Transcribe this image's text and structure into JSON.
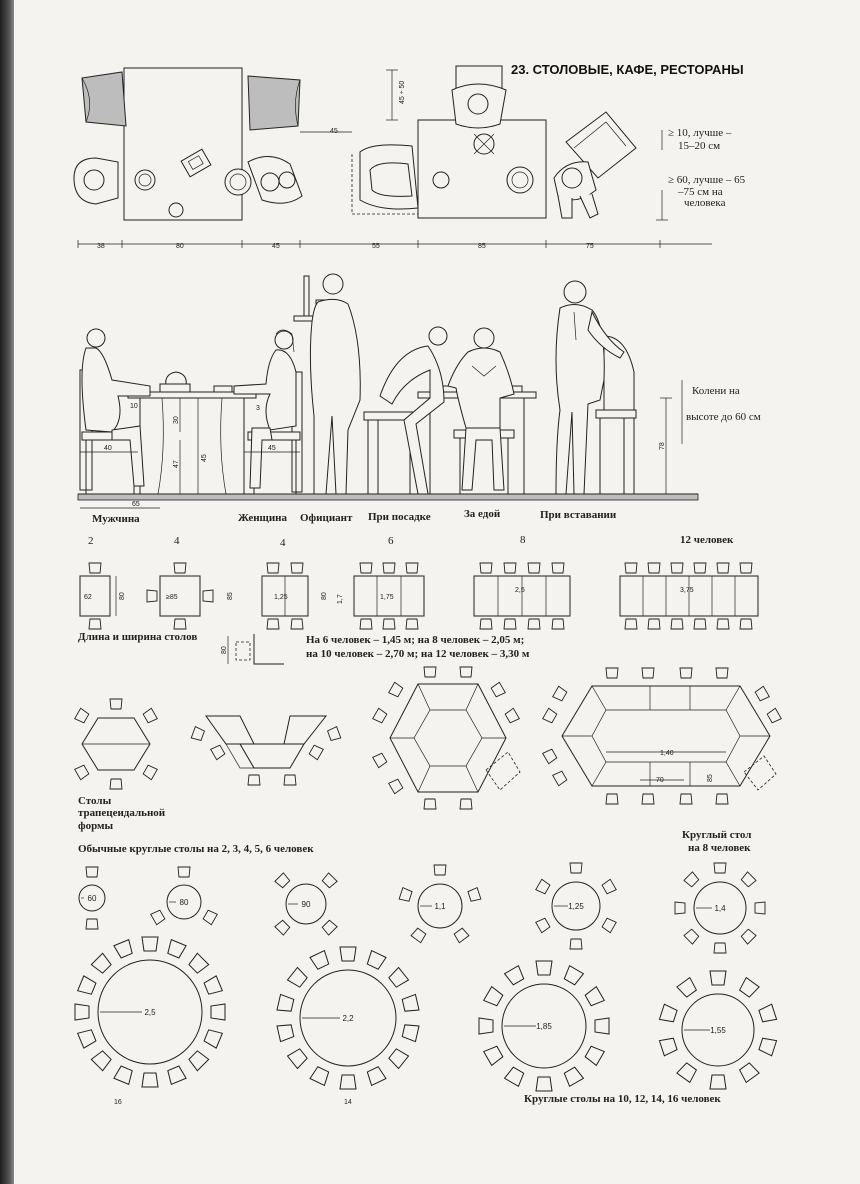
{
  "title": "23. СТОЛОВЫЕ, КАФЕ, РЕСТОРАНЫ",
  "plan": {
    "dims_bottom": [
      "38",
      "80",
      "45",
      "55",
      "85",
      "75"
    ],
    "dim_45_mid": "45",
    "dim_45_50": "45 ÷ 50",
    "note_1": "≥ 10, лучше –",
    "note_1b": "15–20 см",
    "note_2": "≥ 60, лучше – 65",
    "note_2b": "–75 см на",
    "note_2c": "человека"
  },
  "section": {
    "knee_note_1": "Колени на",
    "knee_note_2": "высоте до 60 см",
    "dims": {
      "d10": "10",
      "d40": "40",
      "d65": "65",
      "d30": "30",
      "d47": "47",
      "d45": "45",
      "d3": "3",
      "d45b": "45",
      "d78": "78"
    },
    "labels": [
      "Мужчина",
      "Женщина",
      "Официант",
      "При посадке",
      "За едой",
      "При вставании"
    ]
  },
  "rect_tables": {
    "counts": [
      "2",
      "4",
      "4",
      "6",
      "8",
      "12 человек"
    ],
    "sizes": [
      "62",
      "≥85",
      "1,25",
      "1,75",
      "2,5",
      "3,75"
    ],
    "side_dims": [
      "80",
      "85",
      "80",
      "1,7"
    ],
    "caption": "Длина и ширина столов",
    "note_1": "На 6 человек – 1,45 м; на 8 человек – 2,05 м;",
    "note_2": "на 10 человек – 2,70 м; на 12 человек – 3,30 м",
    "small_dim": "80"
  },
  "trap": {
    "caption_1": "Столы",
    "caption_2": "трапецеидальной",
    "caption_3": "формы",
    "dim_140": "1,40",
    "dim_70": "70",
    "dim_85": "85"
  },
  "round": {
    "caption_small": "Обычные круглые столы на  2, 3, 4, 5, 6 человек",
    "caption_8_1": "Круглый стол",
    "caption_8_2": "на 8 человек",
    "sizes_small": [
      "60",
      "80",
      "90",
      "1,1",
      "1,25",
      "1,4"
    ],
    "sizes_large": [
      "2,5",
      "2,2",
      "1,85",
      "1,55"
    ],
    "counts_large": [
      "16",
      "14"
    ],
    "caption_large": "Круглые столы на 10, 12, 14, 16 человек"
  }
}
